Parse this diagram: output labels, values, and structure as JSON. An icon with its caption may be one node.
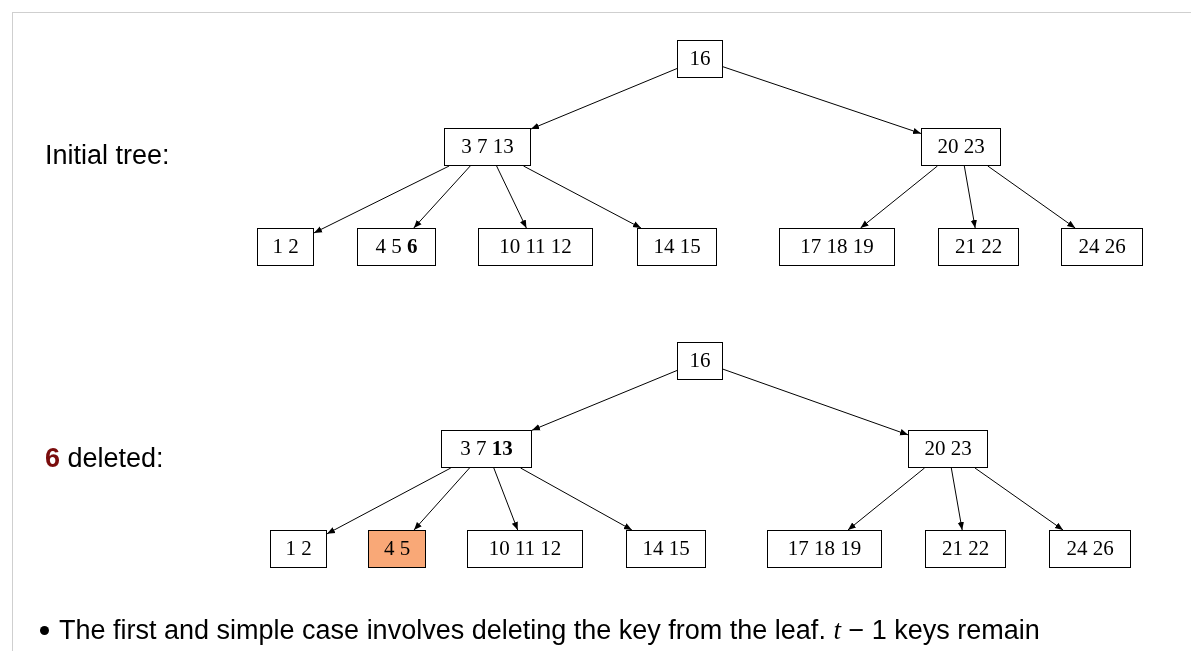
{
  "diagram": {
    "nodes": [
      {
        "text": [
          "16"
        ]
      },
      {
        "text": [
          "3 7 13"
        ]
      },
      {
        "text": [
          "20 23"
        ]
      },
      {
        "text": [
          "1 2"
        ]
      },
      {
        "text": [
          "4 5 **6**"
        ]
      },
      {
        "text": [
          "10 11 12"
        ]
      },
      {
        "text": [
          "14 15"
        ]
      },
      {
        "text": [
          "17 18 19"
        ]
      },
      {
        "text": [
          "21 22"
        ]
      },
      {
        "text": [
          "24 26"
        ]
      },
      {
        "text": [
          "16"
        ]
      },
      {
        "text": [
          "3 7 **13**"
        ]
      },
      {
        "text": [
          "20 23"
        ]
      },
      {
        "text": [
          "1 2"
        ]
      },
      {
        "text": [
          "4 5"
        ]
      },
      {
        "text": [
          "10 11 12"
        ]
      },
      {
        "text": [
          "14 15"
        ]
      },
      {
        "text": [
          "17 18 19"
        ]
      },
      {
        "text": [
          "21 22"
        ]
      },
      {
        "text": [
          "24 26"
        ]
      }
    ],
    "edges": [
      {
        "from": 0,
        "to": 1,
        "arrow": "to"
      },
      {
        "from": 0,
        "to": 2,
        "arrow": "to"
      },
      {
        "from": 1,
        "to": 3,
        "arrow": "to"
      },
      {
        "from": 1,
        "to": 4,
        "arrow": "to"
      },
      {
        "from": 1,
        "to": 5,
        "arrow": "to"
      },
      {
        "from": 1,
        "to": 6,
        "arrow": "to"
      },
      {
        "from": 2,
        "to": 7,
        "arrow": "to"
      },
      {
        "from": 2,
        "to": 8,
        "arrow": "to"
      },
      {
        "from": 2,
        "to": 9,
        "arrow": "to"
      },
      {
        "from": 10,
        "to": 11,
        "arrow": "to"
      },
      {
        "from": 10,
        "to": 12,
        "arrow": "to"
      },
      {
        "from": 11,
        "to": 13,
        "arrow": "to"
      },
      {
        "from": 11,
        "to": 14,
        "arrow": "to"
      },
      {
        "from": 11,
        "to": 15,
        "arrow": "to"
      },
      {
        "from": 11,
        "to": 16,
        "arrow": "to"
      },
      {
        "from": 12,
        "to": 17,
        "arrow": "to"
      },
      {
        "from": 12,
        "to": 18,
        "arrow": "to"
      },
      {
        "from": 12,
        "to": 19,
        "arrow": "to"
      }
    ],
    "labels": [
      "Initial tree:",
      "**6** deleted:",
      "The first and simple case involves deleting the key from the leaf. *t* − 1 keys remain"
    ]
  }
}
